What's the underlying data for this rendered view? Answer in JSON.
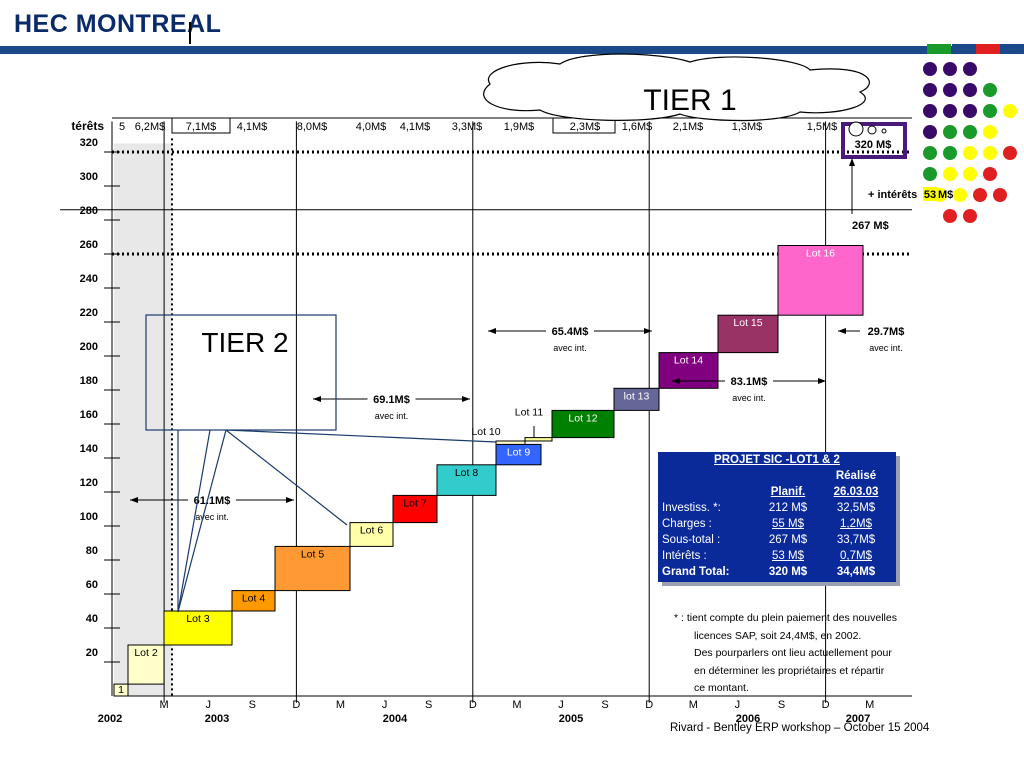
{
  "logo": "HEC MONTREAL",
  "footer": "Rivard  - Bentley ERP workshop – October 15 2004",
  "tier1": "TIER 1",
  "tier2": "TIER 2",
  "colors": {
    "header_bar": "#1a4a8a",
    "accent_green": "#1a9a2a",
    "accent_red": "#e02020",
    "card_bg": "#0a2a9a",
    "tier1_box": "#4a1a7a"
  },
  "chart_data": {
    "type": "bar",
    "ylabel": "",
    "xlabel": "",
    "ylim": [
      0,
      340
    ],
    "yticks": [
      20,
      40,
      60,
      80,
      100,
      120,
      140,
      160,
      180,
      200,
      220,
      240,
      260,
      280,
      300,
      320
    ],
    "months": [
      "M",
      "J",
      "S",
      "D",
      "M",
      "J",
      "S",
      "D",
      "M",
      "J",
      "S",
      "D",
      "M",
      "J",
      "S",
      "D",
      "M"
    ],
    "years": [
      "2002",
      "2003",
      "2004",
      "2005",
      "2006",
      "2007"
    ],
    "interest_row_label": "térêts",
    "interest_row": [
      "5",
      "6,2M$",
      "7,1M$",
      "4,1M$",
      "8,0M$",
      "4,0M$",
      "4,1M$",
      "3,3M$",
      "1,9M$",
      "2,3M$",
      "1,6M$",
      "2,1M$",
      "1,3M$",
      "1,5M$"
    ],
    "lots": [
      {
        "label": "1",
        "start": 0,
        "end": 7
      },
      {
        "label": "Lot 2",
        "start": 7,
        "end": 30
      },
      {
        "label": "Lot 3",
        "start": 30,
        "end": 50
      },
      {
        "label": "Lot 4",
        "start": 50,
        "end": 62
      },
      {
        "label": "Lot 5",
        "start": 62,
        "end": 88
      },
      {
        "label": "Lot 6",
        "start": 88,
        "end": 102
      },
      {
        "label": "Lot 7",
        "start": 102,
        "end": 118
      },
      {
        "label": "Lot 8",
        "start": 118,
        "end": 136
      },
      {
        "label": "Lot 9",
        "start": 136,
        "end": 148
      },
      {
        "label": "Lot 10",
        "start": 148,
        "end": 150
      },
      {
        "label": "Lot 11",
        "start": 150,
        "end": 152
      },
      {
        "label": "Lot 12",
        "start": 152,
        "end": 168
      },
      {
        "label": "lot 13",
        "start": 168,
        "end": 181
      },
      {
        "label": "Lot 14",
        "start": 181,
        "end": 202
      },
      {
        "label": "Lot 15",
        "start": 202,
        "end": 224
      },
      {
        "label": "Lot 16",
        "start": 224,
        "end": 265
      }
    ],
    "lot_colors": [
      "#ffffcc",
      "#ffffcc",
      "#ffff00",
      "#ff9900",
      "#ff9933",
      "#ffffaa",
      "#ff0000",
      "#33cccc",
      "#3366ff",
      "#ffffcc",
      "#ffff99",
      "#008000",
      "#666699",
      "#800080",
      "#993366",
      "#ff66cc"
    ],
    "phases": [
      {
        "value": "61.1M$",
        "note": "avec int."
      },
      {
        "value": "69.1M$",
        "note": "avec int."
      },
      {
        "value": "65.4M$",
        "note": "avec int."
      },
      {
        "value": "83.1M$",
        "note": "avec int."
      },
      {
        "value": "29.7M$",
        "note": "avec int."
      }
    ],
    "totals": {
      "planned": "267 M$",
      "interest_label": "+ intérêts",
      "interest_value": "53",
      "interest_unit": "M$",
      "grand": "320 M$"
    },
    "reference_lines": [
      320,
      260
    ]
  },
  "card": {
    "title": "PROJET SIC -LOT1 & 2",
    "realise": "Réalisé",
    "h_planif": "Planif.",
    "h_date": "26.03.03",
    "rows": [
      {
        "label": "Investiss. *:",
        "planif": "212 M$",
        "realise": "32,5M$"
      },
      {
        "label": "Charges :",
        "planif": "55 M$",
        "realise": "1,2M$"
      },
      {
        "label": "Sous-total :",
        "planif": "267 M$",
        "realise": "33,7M$"
      },
      {
        "label": "Intérêts :",
        "planif": "53 M$",
        "realise": "0,7M$"
      }
    ],
    "grand_label": "Grand Total:",
    "grand_planif": "320 M$",
    "grand_realise": "34,4M$"
  },
  "note": {
    "l1": "* :  tient compte du plein paiement des nouvelles",
    "l2": "licences SAP, soit 24,4M$, en 2002.",
    "l3": "Des pourparlers ont lieu actuellement pour",
    "l4": "en déterminer les propriétaires et répartir",
    "l5": "ce montant."
  }
}
